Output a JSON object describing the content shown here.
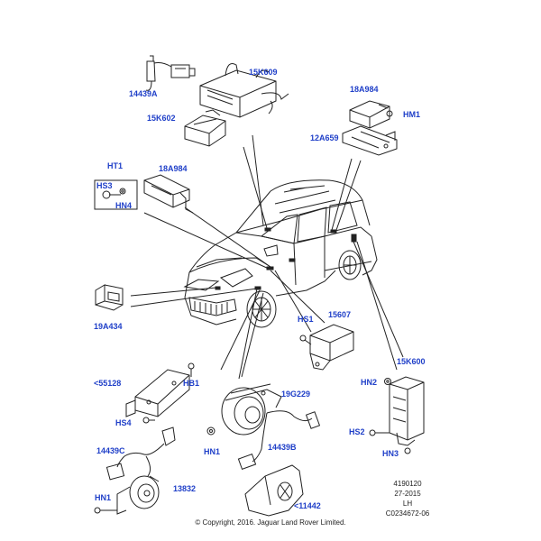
{
  "labels": {
    "p14439A": "14439A",
    "p15K609": "15K609",
    "p15K602": "15K602",
    "p18A984_top": "18A984",
    "pHM1": "HM1",
    "p12A659": "12A659",
    "pHT1": "HT1",
    "p18A984_left": "18A984",
    "pHS3": "HS3",
    "pHN4": "HN4",
    "p19A434": "19A434",
    "pHS1": "HS1",
    "p15607": "15607",
    "p15K600": "15K600",
    "p55128": "<55128",
    "pHB1": "HB1",
    "p19G229": "19G229",
    "pHN2": "HN2",
    "pHS4": "HS4",
    "pHS2": "HS2",
    "p14439C": "14439C",
    "pHN1_left": "HN1",
    "p14439B": "14439B",
    "pHN3": "HN3",
    "pHN1_bottom": "HN1",
    "p13832": "13832",
    "p11442": "<11442"
  },
  "meta": {
    "code": "4190120",
    "date": "27-2015",
    "side": "LH",
    "ref": "C0234672-06"
  },
  "copyright": "© Copyright, 2016. Jaguar Land Rover Limited."
}
